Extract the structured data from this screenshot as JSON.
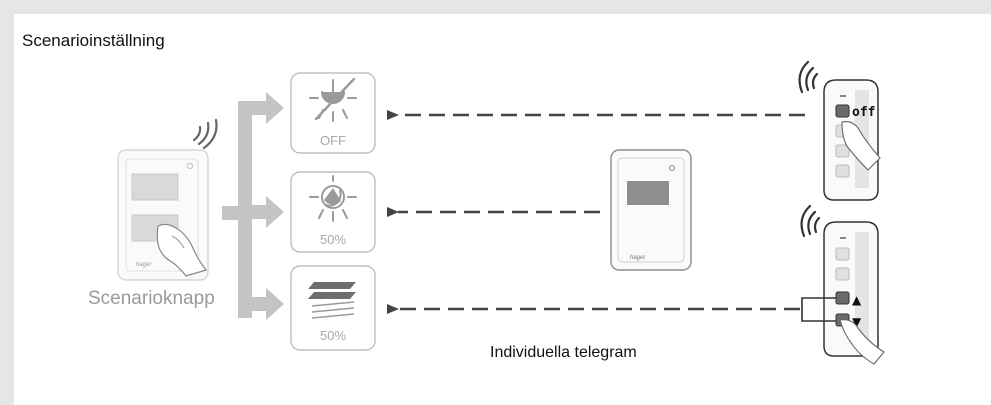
{
  "title": "Scenarioinställning",
  "labels": {
    "scenario_button": "Scenarioknapp",
    "individual_telegrams": "Individuella telegram"
  },
  "boxes": [
    {
      "id": "light-off",
      "text": "OFF",
      "icon": "light-off-icon"
    },
    {
      "id": "light-dim",
      "text": "50%",
      "icon": "dimmed-light-icon"
    },
    {
      "id": "shutter",
      "text": "50%",
      "icon": "shutter-icon"
    }
  ],
  "remote_buttons": {
    "off": "off",
    "up": "▲",
    "down": "▼"
  },
  "brand": "hager",
  "colors": {
    "frame": "#e6e6e6",
    "arrow_light": "#c4c4c4",
    "dashed_arrow": "#444444",
    "box_border": "#bfbfbf",
    "caption_grey": "#9a9a9a"
  }
}
